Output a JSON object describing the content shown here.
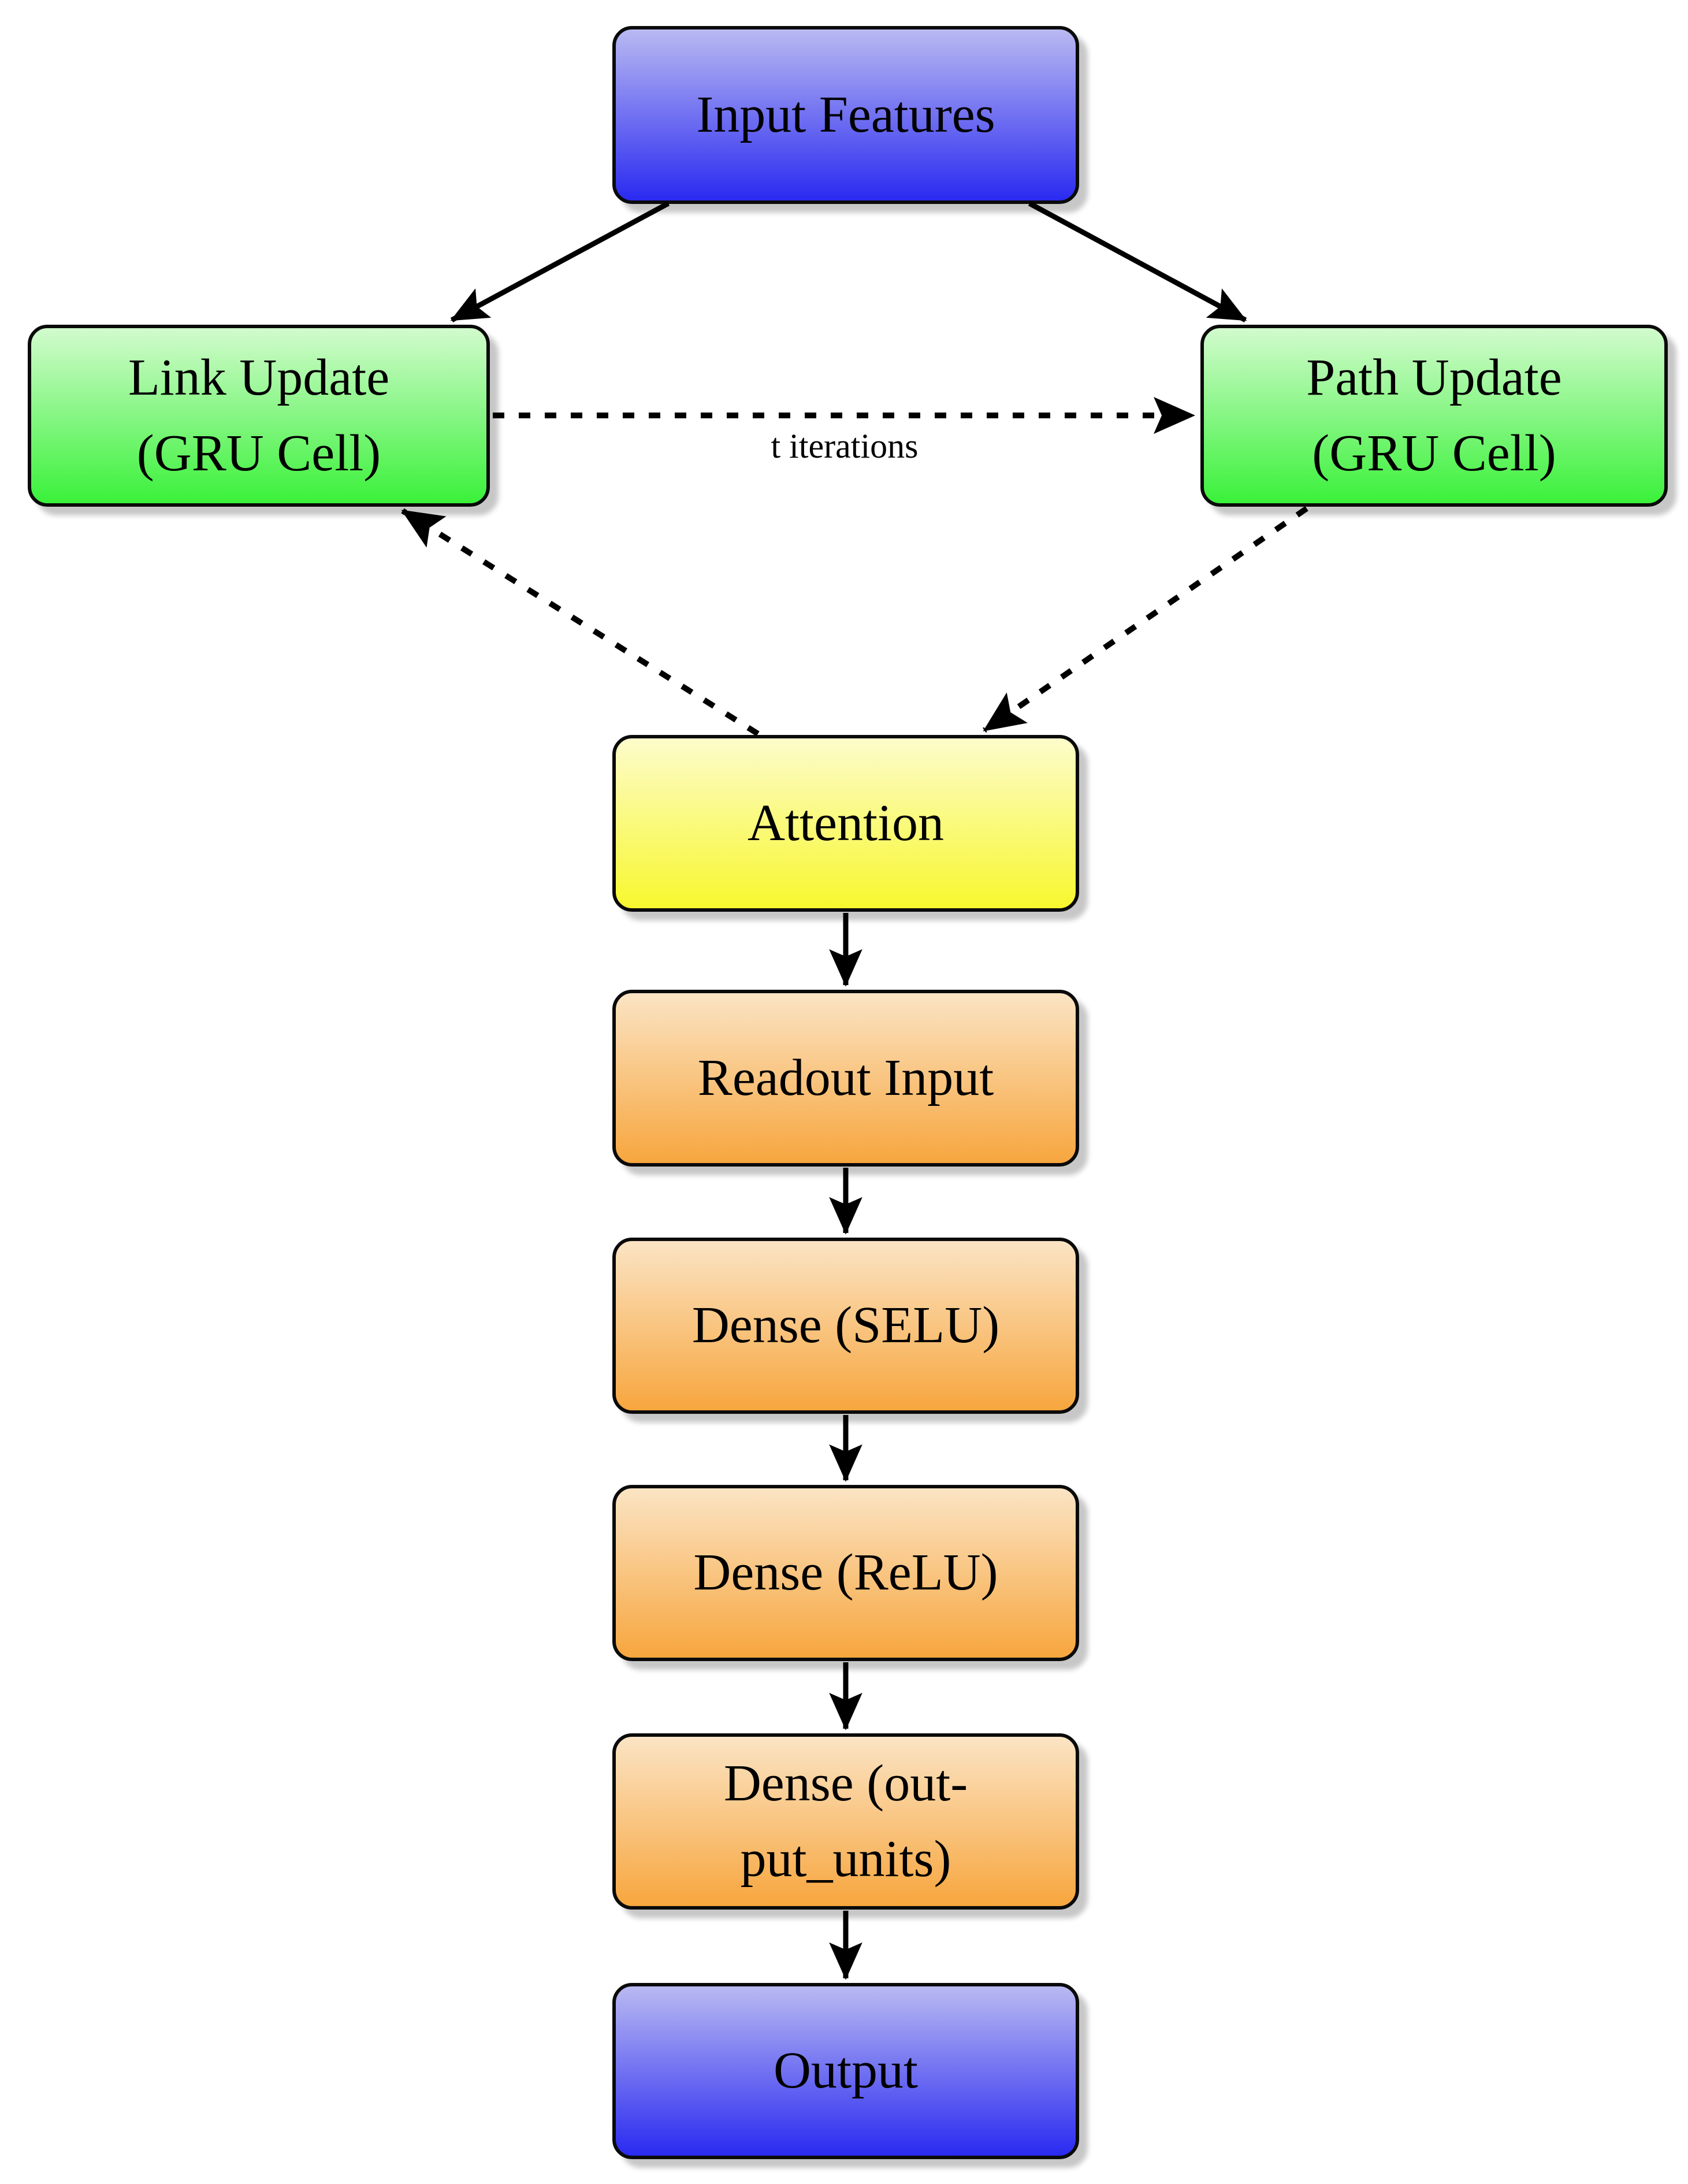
{
  "diagram": {
    "type": "flowchart",
    "nodes": [
      {
        "id": "input-features",
        "label": "Input Features",
        "fill_top": "#b9b9f2",
        "fill_bottom": "#2a2af1",
        "shape": "rounded-rect"
      },
      {
        "id": "link-update",
        "label": "Link Update\n(GRU Cell)",
        "fill_top": "#d2fbcd",
        "fill_bottom": "#3af13a",
        "shape": "rounded-rect"
      },
      {
        "id": "path-update",
        "label": "Path Update\n(GRU Cell)",
        "fill_top": "#d2fbcd",
        "fill_bottom": "#3af13a",
        "shape": "rounded-rect"
      },
      {
        "id": "attention",
        "label": "Attention",
        "fill_top": "#fdfccb",
        "fill_bottom": "#f7f72e",
        "shape": "rounded-rect"
      },
      {
        "id": "readout-input",
        "label": "Readout Input",
        "fill_top": "#fbe4c4",
        "fill_bottom": "#f7a63e",
        "shape": "rounded-rect"
      },
      {
        "id": "dense-selu",
        "label": "Dense (SELU)",
        "fill_top": "#fbe4c4",
        "fill_bottom": "#f7a63e",
        "shape": "rounded-rect"
      },
      {
        "id": "dense-relu",
        "label": "Dense (ReLU)",
        "fill_top": "#fbe4c4",
        "fill_bottom": "#f7a63e",
        "shape": "rounded-rect"
      },
      {
        "id": "dense-output-units",
        "label": "Dense (out-\nput_units)",
        "fill_top": "#fbe4c4",
        "fill_bottom": "#f7a63e",
        "shape": "rounded-rect"
      },
      {
        "id": "output",
        "label": "Output",
        "fill_top": "#b9b9f2",
        "fill_bottom": "#2a2af1",
        "shape": "rounded-rect"
      }
    ],
    "edges": [
      {
        "from": "input-features",
        "to": "link-update",
        "style": "solid",
        "label": ""
      },
      {
        "from": "input-features",
        "to": "path-update",
        "style": "solid",
        "label": ""
      },
      {
        "from": "link-update",
        "to": "path-update",
        "style": "dashed",
        "label": "t iterations"
      },
      {
        "from": "path-update",
        "to": "attention",
        "style": "dashed",
        "label": ""
      },
      {
        "from": "attention",
        "to": "link-update",
        "style": "dashed",
        "label": ""
      },
      {
        "from": "attention",
        "to": "readout-input",
        "style": "solid",
        "label": ""
      },
      {
        "from": "readout-input",
        "to": "dense-selu",
        "style": "solid",
        "label": ""
      },
      {
        "from": "dense-selu",
        "to": "dense-relu",
        "style": "solid",
        "label": ""
      },
      {
        "from": "dense-relu",
        "to": "dense-output-units",
        "style": "solid",
        "label": ""
      },
      {
        "from": "dense-output-units",
        "to": "output",
        "style": "solid",
        "label": ""
      }
    ],
    "iteration_label": "t iterations",
    "colors": {
      "line": "#000000",
      "text": "#000000",
      "border": "#0a0a0a",
      "shadow": "#c7c7c7",
      "background": "#ffffff"
    }
  }
}
